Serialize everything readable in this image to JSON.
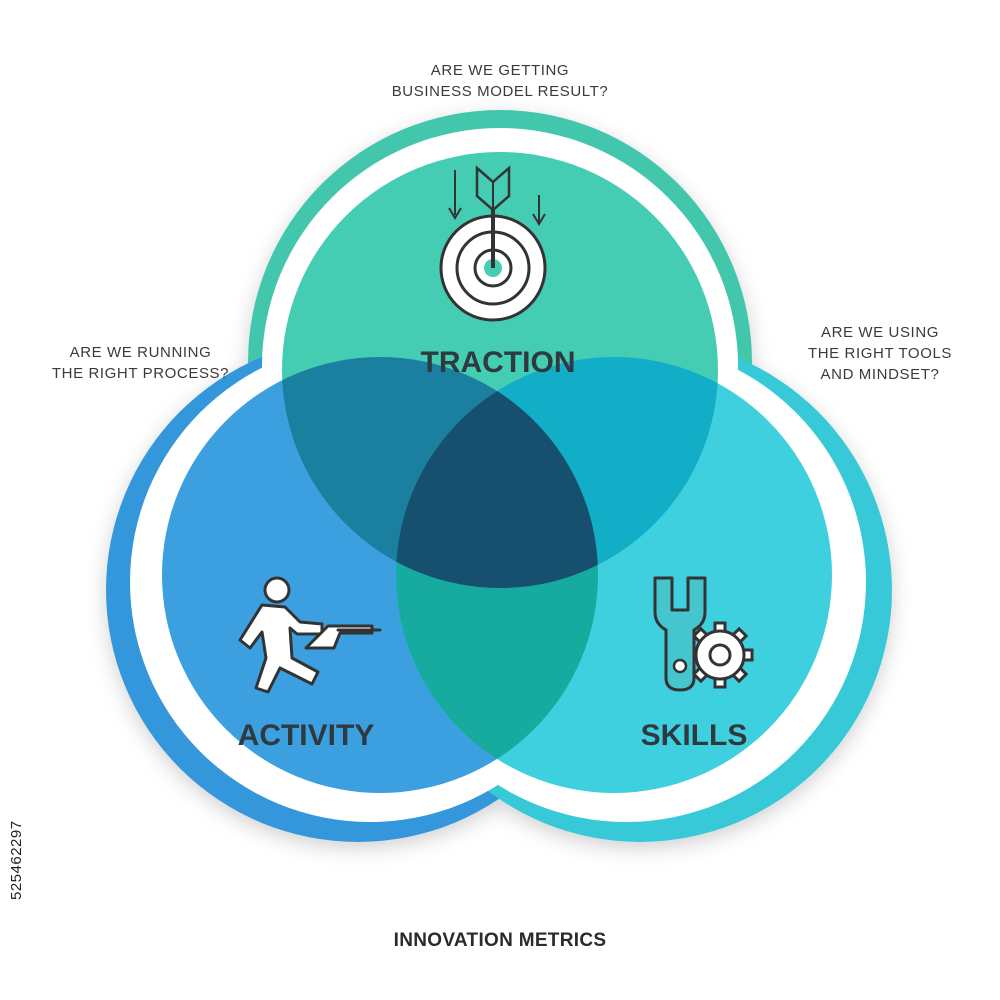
{
  "title": "INNOVATION METRICS",
  "sets": [
    {
      "label": "TRACTION",
      "question": [
        "ARE WE GETTING",
        "BUSINESS MODEL RESULT?"
      ],
      "color": "#45cdb4",
      "icon": "target-arrow-icon"
    },
    {
      "label": "ACTIVITY",
      "question": [
        "ARE WE RUNNING",
        "THE RIGHT PROCESS?"
      ],
      "color": "#3c9fe0",
      "icon": "running-person-icon"
    },
    {
      "label": "SKILLS",
      "question": [
        "ARE WE USING",
        "THE RIGHT TOOLS",
        "AND MINDSET?"
      ],
      "color": "#3ed0de",
      "icon": "wrench-gear-icon"
    }
  ],
  "overlap_colors": {
    "traction_activity": "#1b809f",
    "traction_skills": "#12aec7",
    "activity_skills": "#16ab9e",
    "center": "#174f6f"
  },
  "stock_id": "525462297"
}
